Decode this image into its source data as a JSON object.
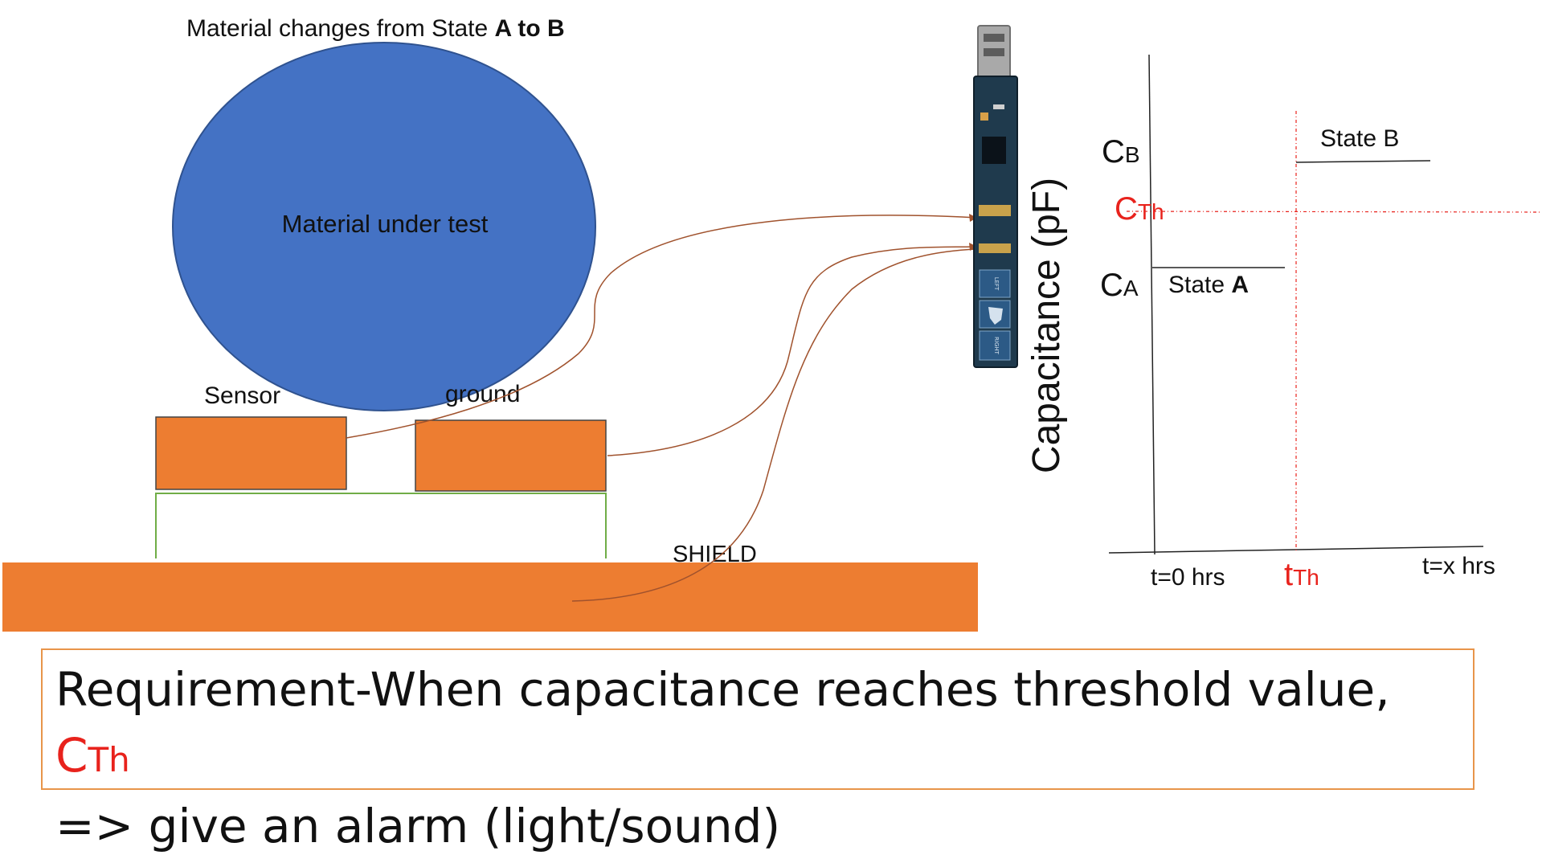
{
  "title": {
    "prefix": "Material changes from State ",
    "bold": "A to B"
  },
  "material_label": "Material under test",
  "sensor_label": "Sensor",
  "ground_label": "ground",
  "shield_label": "SHIELD",
  "board_labels": {
    "left": "LEFT",
    "right": "RIGHT"
  },
  "graph": {
    "ylabel": "Capacitance (pF)",
    "cb": {
      "main": "C",
      "sub": "B"
    },
    "cth": {
      "main": "C",
      "sub": "Th"
    },
    "ca": {
      "main": "C",
      "sub": "A"
    },
    "state_a": {
      "prefix": "State ",
      "bold": "A"
    },
    "state_b": "State B",
    "t0": "t=0 hrs",
    "tth": {
      "main": "t",
      "sub": "Th"
    },
    "tx": "t=x hrs"
  },
  "requirement": {
    "line1": "Requirement-When capacitance reaches threshold value, ",
    "cth_main": "C",
    "cth_sub": "Th",
    "line2": "=> give an alarm  (light/sound)"
  },
  "colors": {
    "material": "#4472c4",
    "electrode": "#ed7d31",
    "threshold": "#e8221c",
    "wire": "#a0522d",
    "shield_link": "#70ad47",
    "board": "#1f3a4d"
  }
}
